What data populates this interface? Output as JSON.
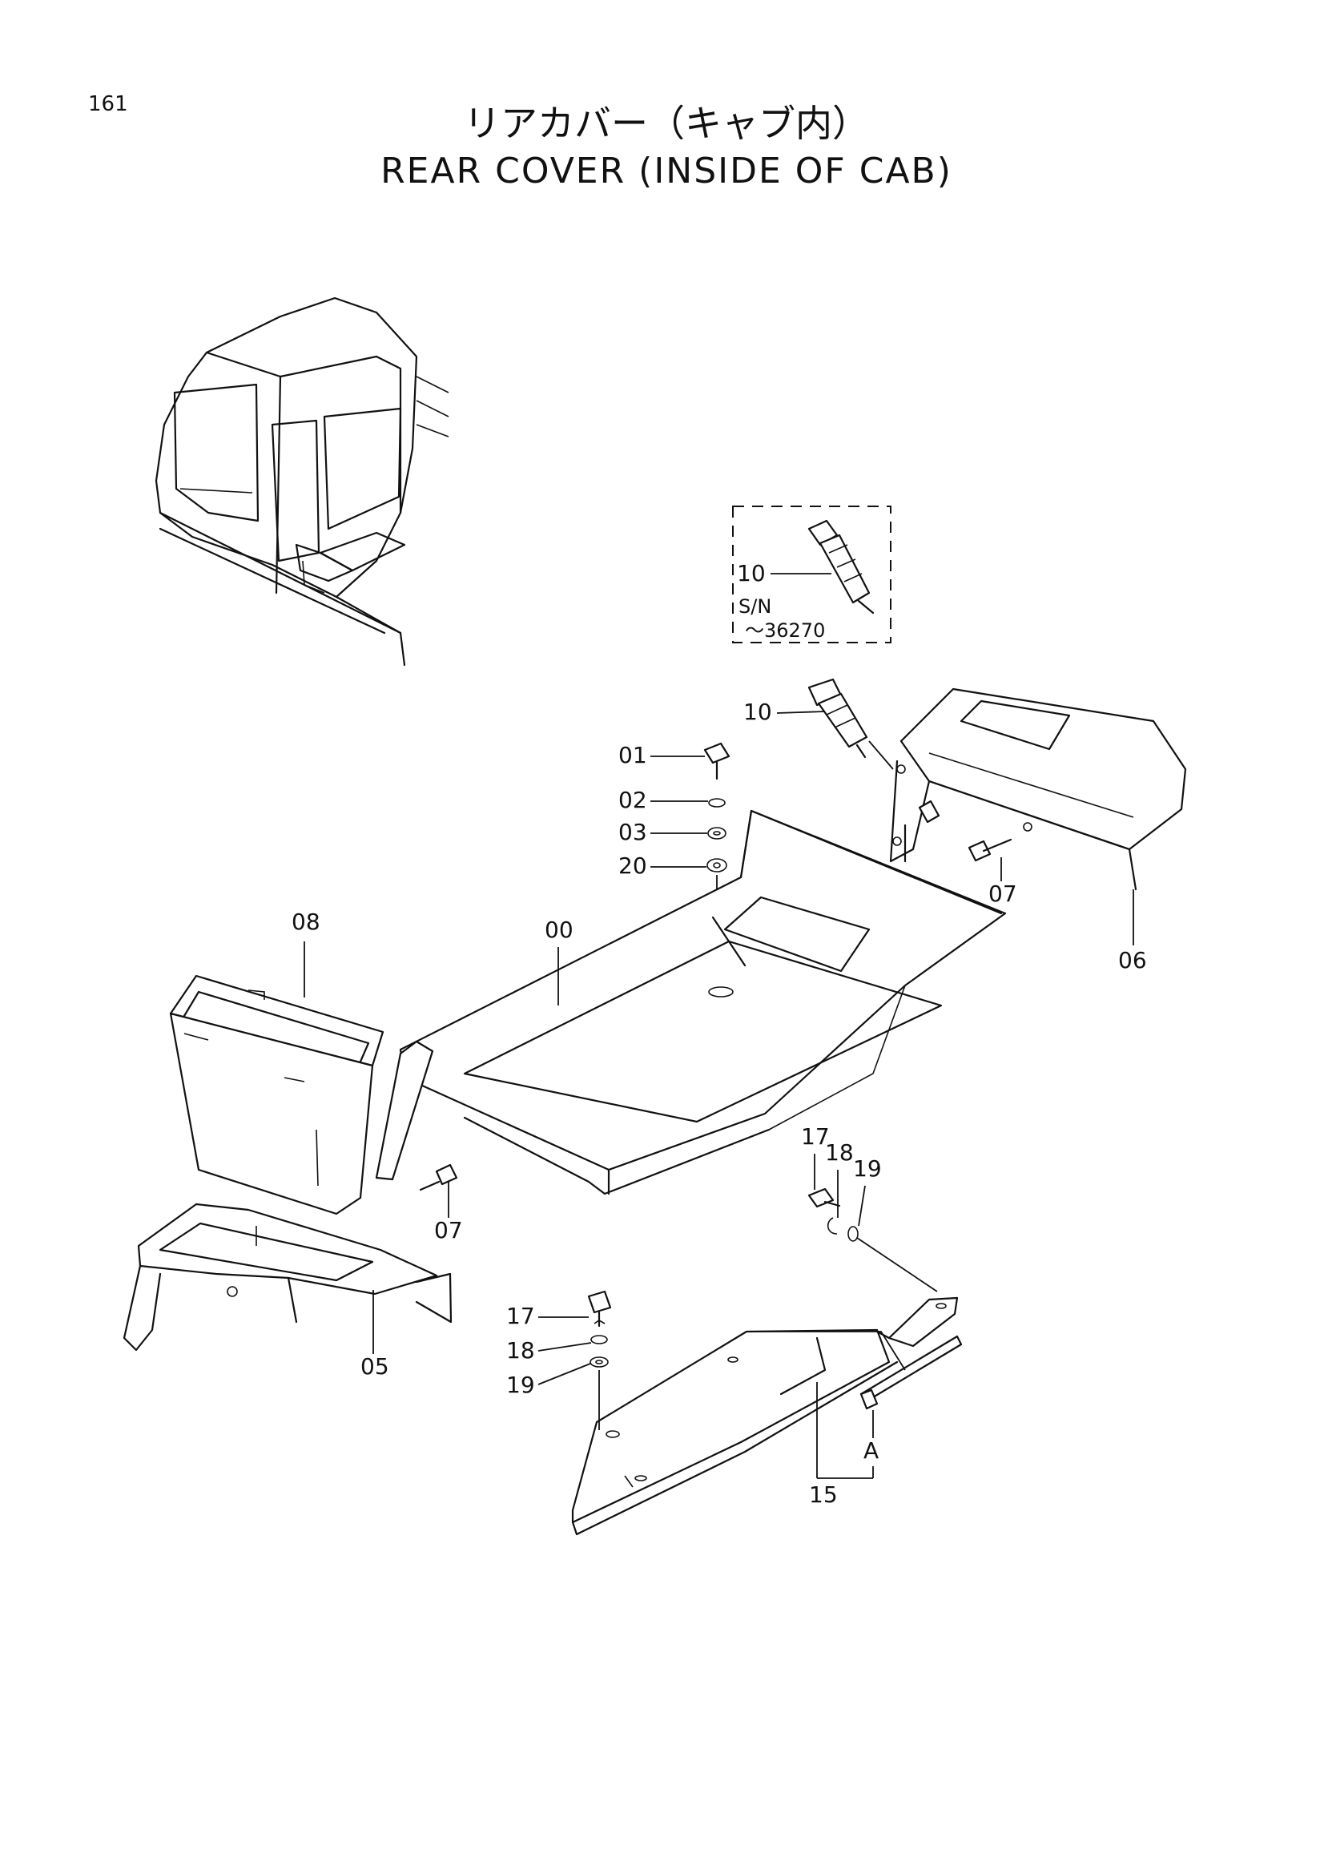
{
  "page": {
    "number": "161",
    "title_jp": "リアカバー（キャブ内）",
    "title_en": "REAR COVER (INSIDE OF CAB)"
  },
  "inset": {
    "part": "10",
    "serial_label": "S/N",
    "serial_value": "～36270"
  },
  "callouts": {
    "c00": "00",
    "c01": "01",
    "c02": "02",
    "c03": "03",
    "c20": "20",
    "c10": "10",
    "c06": "06",
    "c07a": "07",
    "c07b": "07",
    "c08": "08",
    "c05": "05",
    "c17a": "17",
    "c18a": "18",
    "c19a": "19",
    "c17b": "17",
    "c18b": "18",
    "c19b": "19",
    "c15": "15",
    "cA": "A"
  }
}
